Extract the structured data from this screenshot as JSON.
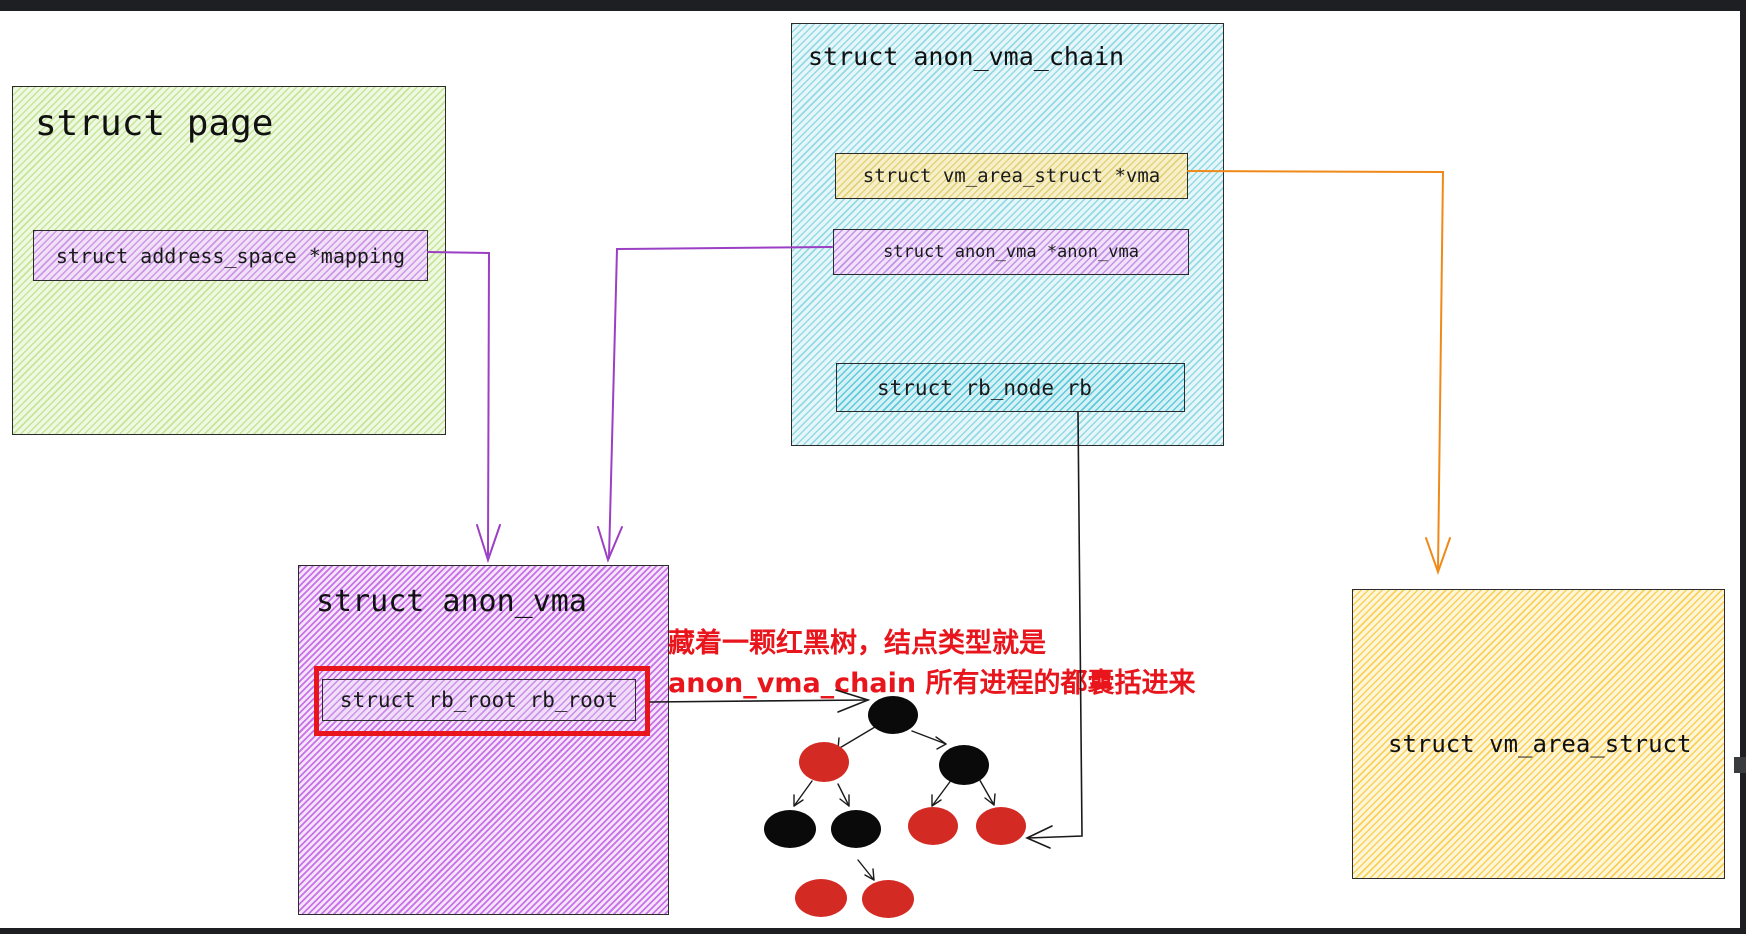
{
  "diagram": {
    "struct_page": {
      "title": "struct page",
      "field": "struct address_space *mapping",
      "fill": "#b2dc78"
    },
    "struct_anon_vma_chain": {
      "title": "struct anon_vma_chain",
      "fields": [
        "struct vm_area_struct *vma",
        "struct anon_vma *anon_vma",
        "struct rb_node rb"
      ],
      "fill": "#78d0de"
    },
    "struct_anon_vma": {
      "title": "struct anon_vma",
      "field": "struct rb_root rb_root",
      "fill": "#be5ae1"
    },
    "struct_vm_area_struct": {
      "title": "struct vm_area_struct",
      "fill": "#fac83c"
    },
    "annotation": {
      "line1": "藏着一颗红黑树，结点类型就是",
      "line2": "anon_vma_chain 所有进程的都囊括进来",
      "color": "#e8161c"
    },
    "rb_tree": {
      "node_colors": [
        "black",
        "red",
        "black",
        "black",
        "black",
        "red",
        "red",
        "red",
        "red"
      ],
      "red": "#d42a24",
      "black": "#0a0a0a"
    },
    "arrow_colors": {
      "mapping": "#9b3fc4",
      "anon_vma": "#9b3fc4",
      "vma": "#ef8a1a",
      "rb": "#1a1a1a",
      "rb_root": "#1a1a1a"
    }
  }
}
